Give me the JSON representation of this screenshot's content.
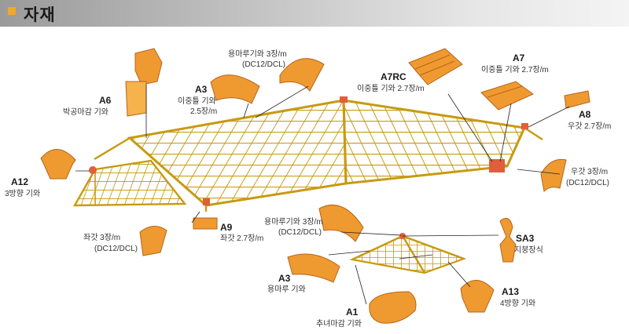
{
  "header": {
    "title": "자재",
    "accent": "#f2a82a"
  },
  "colors": {
    "frame": "#c79a12",
    "tile": "#ef9a30",
    "cap": "#e05e3a"
  },
  "labels": {
    "a6": {
      "code": "A6",
      "desc": "박공마감 기와"
    },
    "a12": {
      "code": "A12",
      "desc": "3방향 기와"
    },
    "a3_top": {
      "code": "A3",
      "desc1": "이중틀 기와",
      "desc2": "2.5장/m"
    },
    "ridge_top": {
      "line1": "용마루기와 3장/m",
      "line2": "(DC12/DCL)"
    },
    "a7rc": {
      "code": "A7RC",
      "desc": "이중틀 기와 2.7장/m"
    },
    "a7": {
      "code": "A7",
      "desc": "이중틀 기와 2.7장/m"
    },
    "a8": {
      "code": "A8",
      "desc": "우갓 2.7장/m"
    },
    "right_eave": {
      "line1": "우갓 3장/m",
      "line2": "(DC12/DCL)"
    },
    "left_eave": {
      "line1": "좌갓 3장/m",
      "line2": "(DC12/DCL)"
    },
    "a9": {
      "code": "A9",
      "desc": "좌갓 2.7장/m"
    },
    "ridge_mid": {
      "line1": "용마루기와 3장/m",
      "line2": "(DC12/DCL)"
    },
    "sa3": {
      "code": "SA3",
      "desc": "지붕장식"
    },
    "a3_bottom": {
      "code": "A3",
      "desc": "용마루 기와"
    },
    "a13": {
      "code": "A13",
      "desc": "4방향 기와"
    },
    "a1": {
      "code": "A1",
      "desc": "추녀마감 기와"
    }
  }
}
